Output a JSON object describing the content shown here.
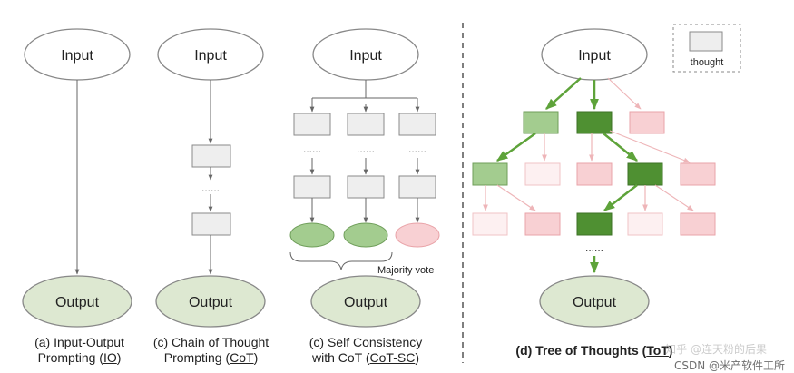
{
  "labels": {
    "input": "Input",
    "output": "Output",
    "dots": "......",
    "majority_vote": "Majority vote",
    "thought_legend": "thought"
  },
  "captions": {
    "io": {
      "line1": "(a) Input-Output",
      "line2_prefix": "Prompting (",
      "line2_link": "IO",
      "line2_suffix": ")"
    },
    "cot": {
      "line1": "(c) Chain of Thought",
      "line2_prefix": "Prompting (",
      "line2_link": "CoT",
      "line2_suffix": ")"
    },
    "cot_sc": {
      "line1": "(c) Self Consistency",
      "line2_prefix": "with CoT (",
      "line2_link": "CoT-SC",
      "line2_suffix": ")"
    },
    "tot": {
      "prefix": "(d) Tree of Thoughts (",
      "link": "ToT",
      "suffix": ")"
    }
  },
  "watermark": {
    "main": "CSDN @米产软件工所",
    "ghost": "知乎 @连天粉的后果"
  },
  "colors": {
    "node_gray_fill": "#eeeeee",
    "node_gray_stroke": "#8a8a8a",
    "output_fill": "#dde8d1",
    "light_green": "#a3cc8f",
    "dark_green": "#4f9032",
    "pink_fill": "#f8d0d3",
    "pink_stroke": "#e9a3a8",
    "pale_pink_fill": "#fdf0f1",
    "green_arrow": "#5ea33a",
    "pink_arrow": "#eeb5b8"
  }
}
